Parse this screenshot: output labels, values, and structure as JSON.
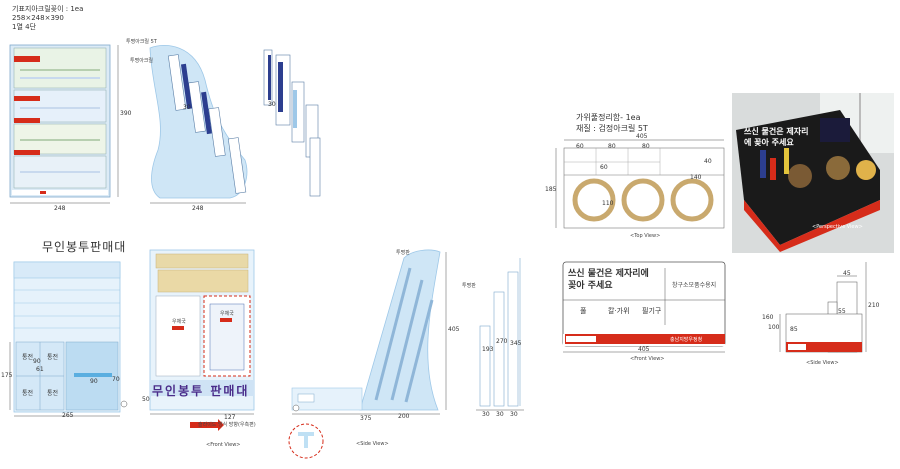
{
  "spec1": {
    "line1": "기표지아크릴꽂이 : 1ea",
    "line2": "258×248×390",
    "line3": "1열 4단"
  },
  "top_left_dims": {
    "height": "390",
    "width_a": "248",
    "width_b": "248",
    "small_30": "30",
    "small_30b": "30",
    "label_5t": "투명아크릴 5T",
    "label_3t": "투명아크릴"
  },
  "sales_title": "무인봉투판매대",
  "left_box": {
    "cells": [
      "통전",
      "통전",
      "통전",
      "통전"
    ],
    "dims": {
      "h175": "175",
      "w265": "265",
      "d90": "90",
      "d61": "61",
      "d90b": "90",
      "d70": "70"
    }
  },
  "front_view": {
    "banner": "무인봉투 판매대",
    "dim127": "127",
    "dim50": "50",
    "note": "슬라이드 방식 방향(우측편)",
    "label": "<Front View>",
    "env_labels": [
      "우체국",
      "우체국"
    ]
  },
  "side_view": {
    "label": "<Side View>",
    "dim405": "405",
    "dim375": "375",
    "dim200": "200",
    "tag": "투명판"
  },
  "right_side": {
    "dims": [
      "193",
      "270",
      "345"
    ],
    "bottom": [
      "30",
      "30",
      "30"
    ],
    "tag": "투명판"
  },
  "organizer": {
    "line1": "가위풀정리함- 1ea",
    "line2": "재질 : 검정아크릴 5T"
  },
  "top_view": {
    "label": "<Top View>",
    "w405": "405",
    "h185": "185",
    "seg": [
      "60",
      "80",
      "80"
    ],
    "d60": "60",
    "d40": "40",
    "d140": "140",
    "d110": "110"
  },
  "photo": {
    "label": "<Perspective View>",
    "sign": "쓰신 물건은 제자리에 꽂아 주세요"
  },
  "front2": {
    "heading": "쓰신 물건은 제자리에 꽂아 주세요",
    "side_text": "창구소모품수용지",
    "cols": [
      "풀",
      "칼·가위",
      "필기구"
    ],
    "footer": "충남지방우정청",
    "dim405": "405",
    "label": "<Front View>"
  },
  "side2": {
    "dims": {
      "d45": "45",
      "d210": "210",
      "d160": "160",
      "d100": "100",
      "d85": "85",
      "d55": "55"
    },
    "label": "<Side View>"
  },
  "colors": {
    "panel": "#cfe6f6",
    "panel_dark": "#9ec8e8",
    "blue_bar": "#2c3e8f",
    "wood": "#c9a96e",
    "red": "#d62c1a",
    "purple": "#4a2c8a"
  }
}
